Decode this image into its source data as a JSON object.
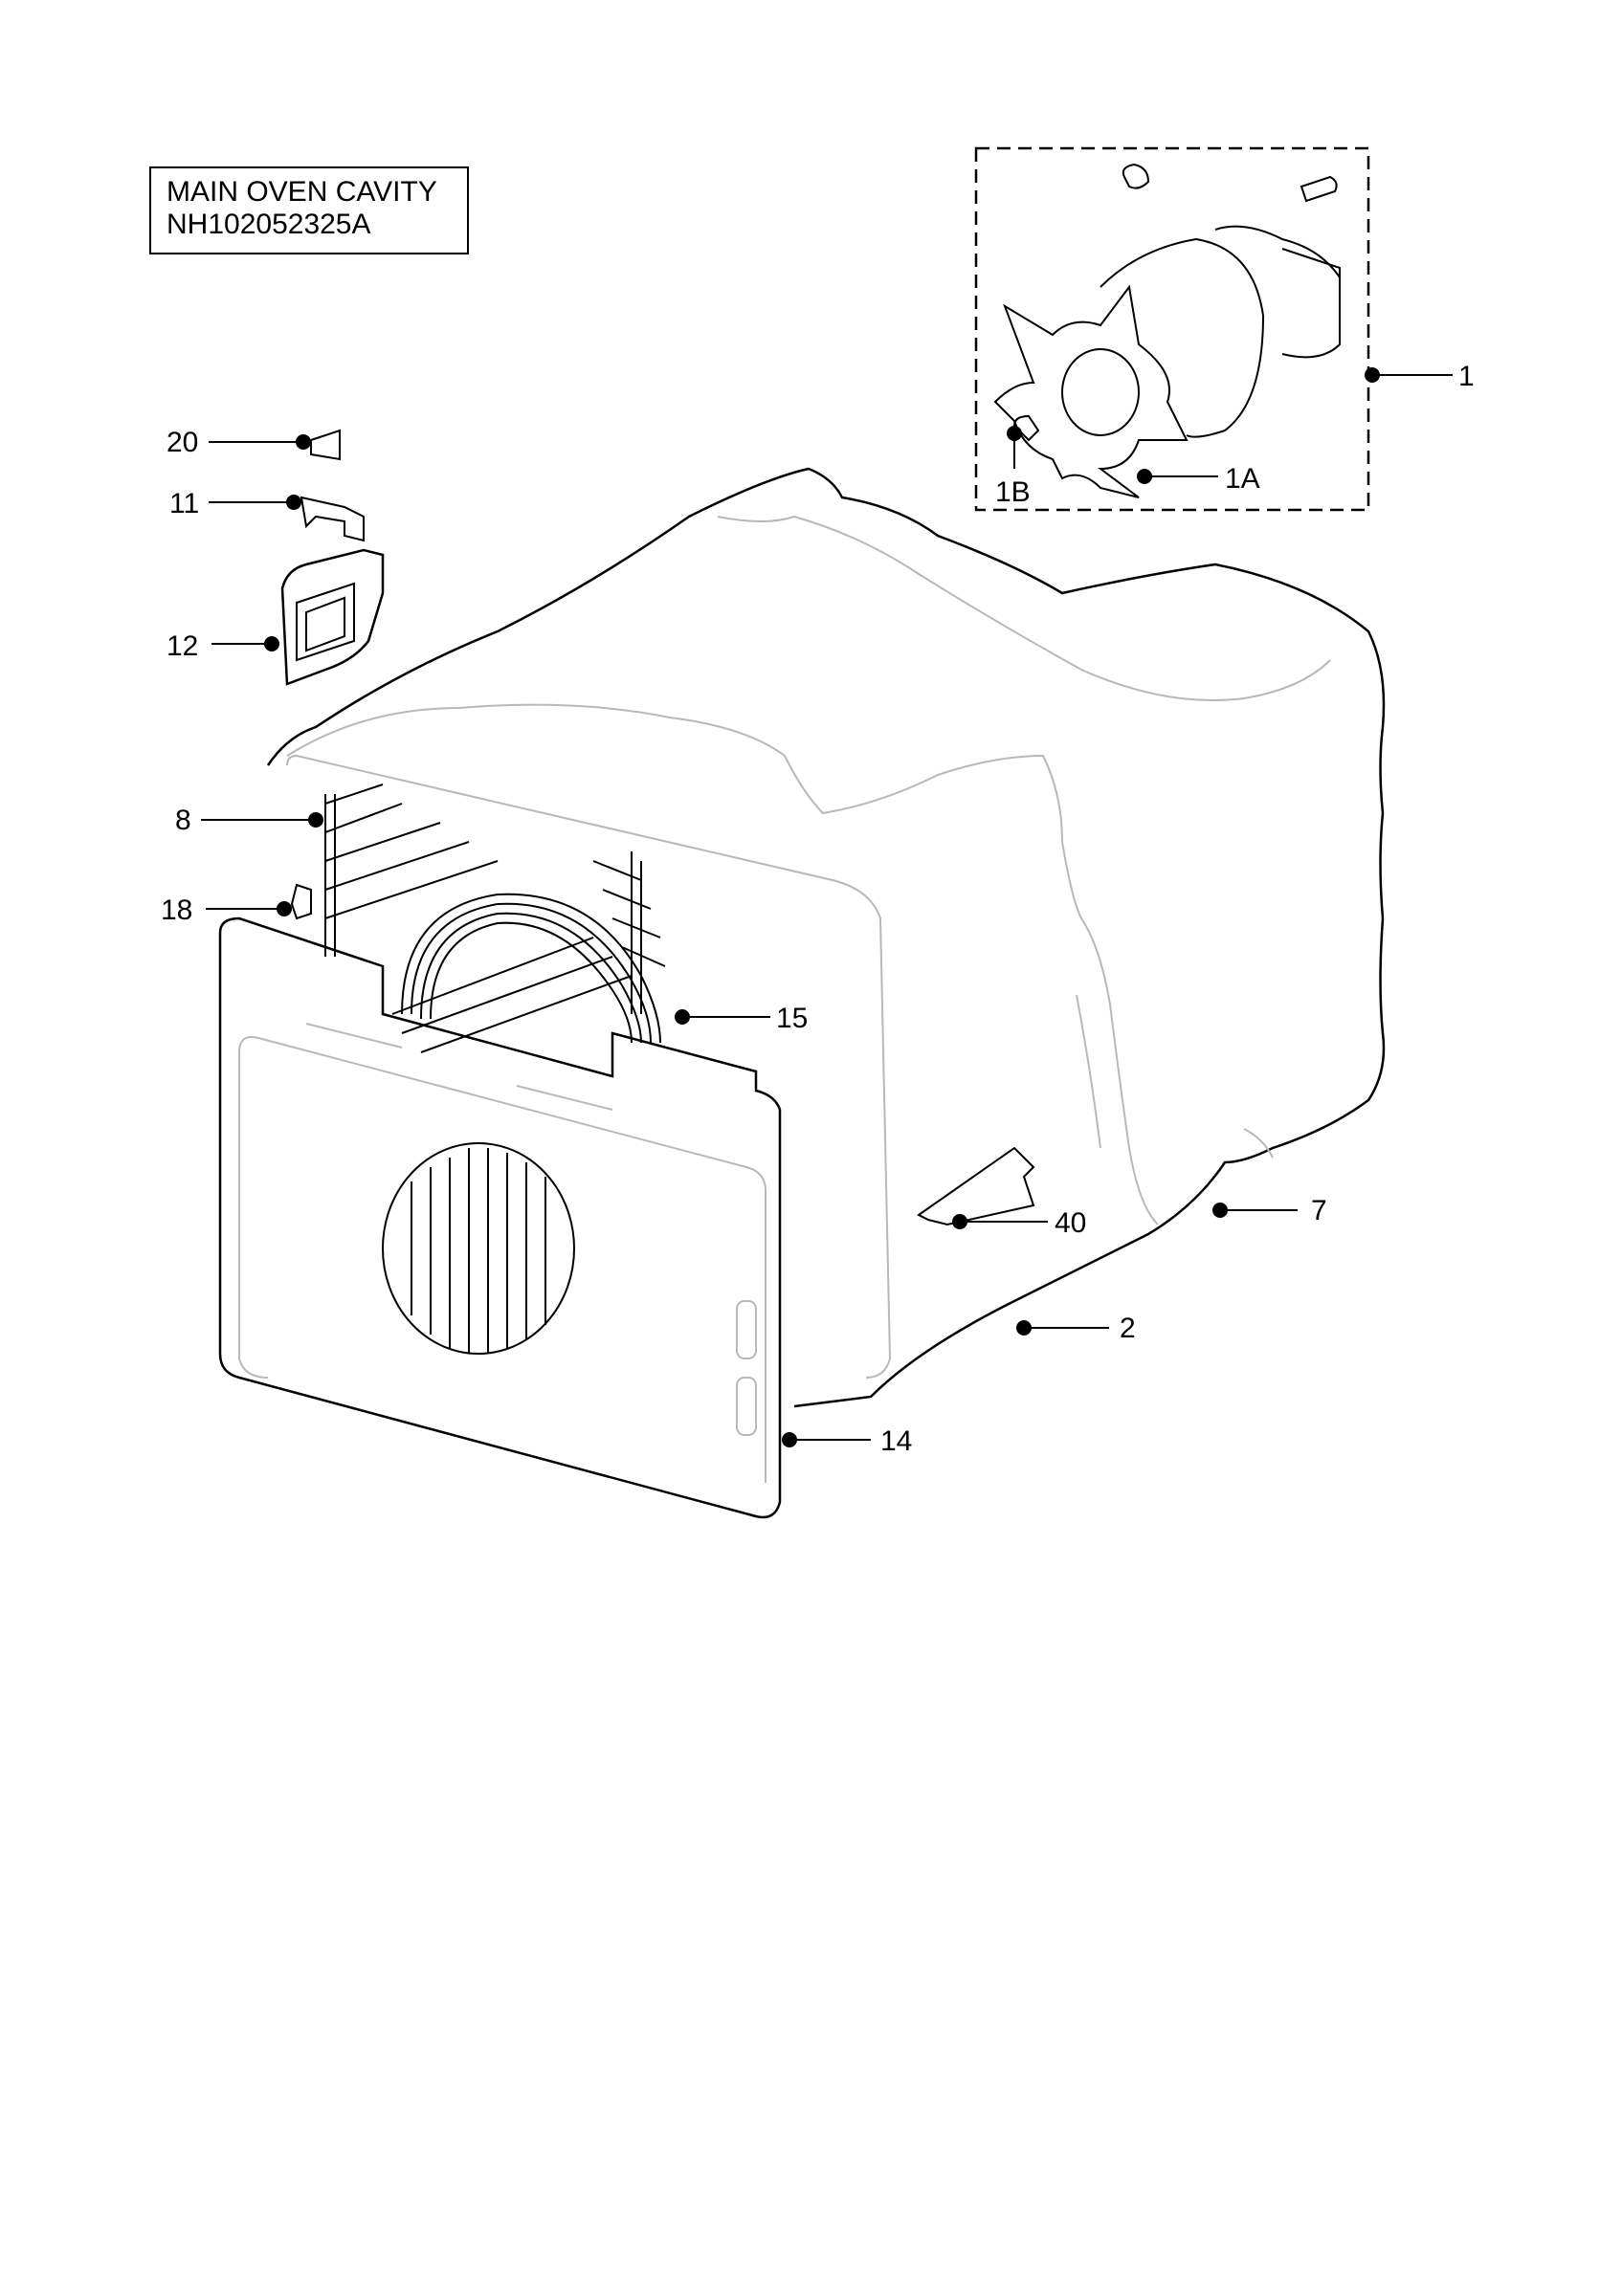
{
  "title": {
    "line1": "MAIN OVEN CAVITY",
    "line2": "NH102052325A"
  },
  "callouts": [
    {
      "id": "c1",
      "label": "1"
    },
    {
      "id": "c1a",
      "label": "1A"
    },
    {
      "id": "c1b",
      "label": "1B"
    },
    {
      "id": "c2",
      "label": "2"
    },
    {
      "id": "c7",
      "label": "7"
    },
    {
      "id": "c8",
      "label": "8"
    },
    {
      "id": "c11",
      "label": "11"
    },
    {
      "id": "c12",
      "label": "12"
    },
    {
      "id": "c14",
      "label": "14"
    },
    {
      "id": "c15",
      "label": "15"
    },
    {
      "id": "c18",
      "label": "18"
    },
    {
      "id": "c20",
      "label": "20"
    },
    {
      "id": "c40",
      "label": "40"
    }
  ],
  "colors": {
    "ink": "#000000",
    "outline_light": "#b8b8b8",
    "background": "#ffffff"
  }
}
